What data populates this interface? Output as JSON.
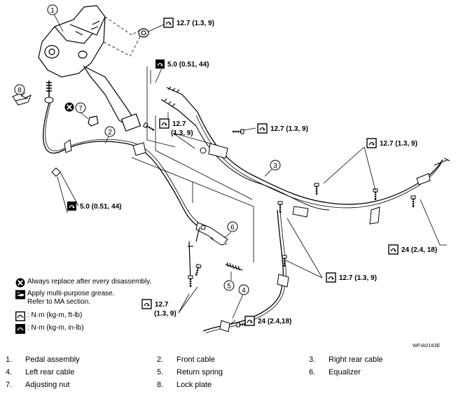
{
  "callouts": [
    "1",
    "2",
    "3",
    "4",
    "5",
    "6",
    "7",
    "8"
  ],
  "torque": {
    "t1": "12.7 (1.3, 9)",
    "t2": "5.0 (0.51, 44)",
    "t3a": "12.7",
    "t3b": "(1.3, 9)",
    "t4": "12.7 (1.3, 9)",
    "t5": "12.7 (1.3, 9)",
    "t6": "5.0 (0.51, 44)",
    "t7": "24 (2.4, 18)",
    "t8": "12.7 (1.3, 9)",
    "t9a": "12.7",
    "t9b": "(1.3, 9)",
    "t10": "24 (2.4,18)"
  },
  "legend": {
    "replace": "Always replace after every disassembly.",
    "grease_1": "Apply multi-purpose grease.",
    "grease_2": "Refer to MA section.",
    "nm_ft": ": N·m (kg-m, ft-lb)",
    "nm_in": ": N·m (kg-m, in-lb)"
  },
  "figure_code": "WFIA0163E",
  "parts": [
    {
      "num": "1.",
      "name": "Pedal assembly"
    },
    {
      "num": "2.",
      "name": "Front cable"
    },
    {
      "num": "3.",
      "name": "Right rear cable"
    },
    {
      "num": "4.",
      "name": "Left rear cable"
    },
    {
      "num": "5.",
      "name": "Return spring"
    },
    {
      "num": "6.",
      "name": "Equalizer"
    },
    {
      "num": "7.",
      "name": "Adjusting nut"
    },
    {
      "num": "8.",
      "name": "Lock plate"
    }
  ]
}
